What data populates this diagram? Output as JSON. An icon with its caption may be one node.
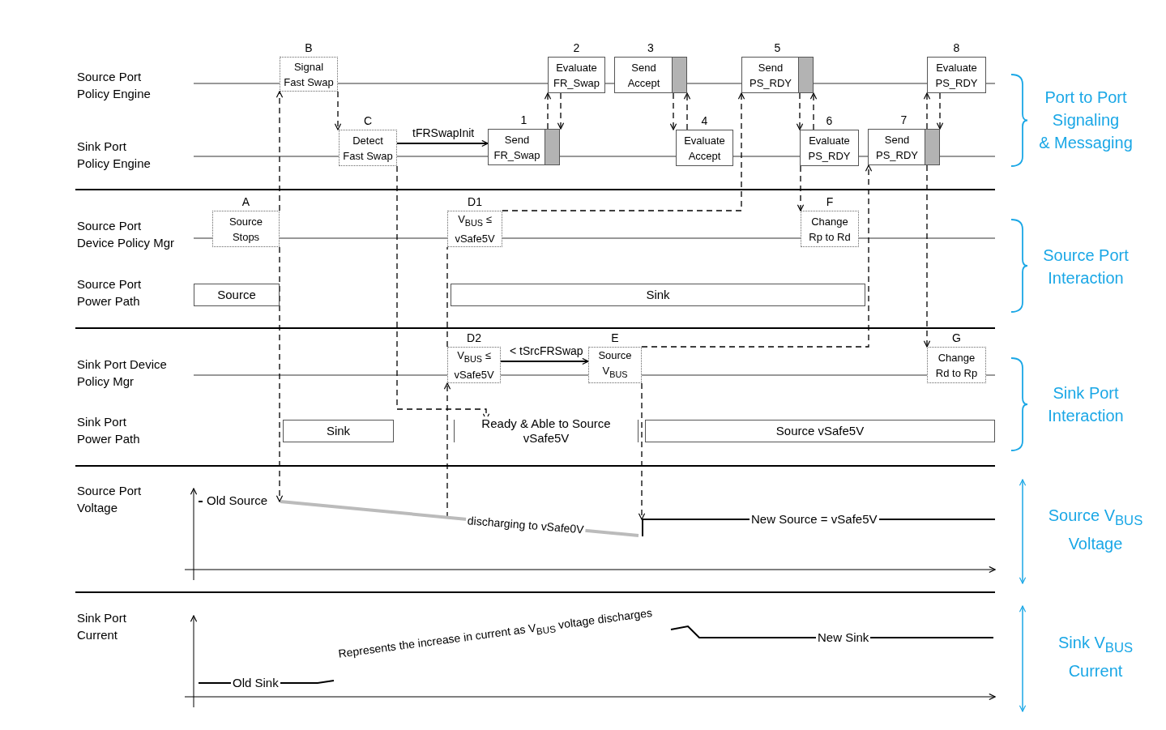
{
  "diagram": {
    "nodes": [
      {
        "text": [
          "B",
          "Signal Fast Swap"
        ]
      },
      {
        "text": [
          "2",
          "Evaluate FR_Swap"
        ]
      },
      {
        "text": [
          "3",
          "Send Accept"
        ]
      },
      {
        "text": [
          "5",
          "Send PS_RDY"
        ]
      },
      {
        "text": [
          "8",
          "Evaluate PS_RDY"
        ]
      },
      {
        "text": [
          "C",
          "Detect Fast Swap"
        ]
      },
      {
        "text": [
          "1",
          "Send FR_Swap"
        ]
      },
      {
        "text": [
          "4",
          "Evaluate Accept"
        ]
      },
      {
        "text": [
          "6",
          "Evaluate PS_RDY"
        ]
      },
      {
        "text": [
          "7",
          "Send PS_RDY"
        ]
      },
      {
        "text": [
          "A",
          "Source Stops"
        ]
      },
      {
        "text": [
          "D1",
          "V$_{BUS}$ ≤ vSafe5V"
        ]
      },
      {
        "text": [
          "F",
          "Change Rp to Rd"
        ]
      },
      {
        "text": [
          "Source"
        ]
      },
      {
        "text": [
          "Sink"
        ]
      },
      {
        "text": [
          "D2",
          "V$_{BUS}$ ≤ vSafe5V"
        ]
      },
      {
        "text": [
          "E",
          "Source V$_{BUS}$"
        ]
      },
      {
        "text": [
          "G",
          "Change Rd to Rp"
        ]
      },
      {
        "text": [
          "Sink"
        ]
      },
      {
        "text": [
          "Ready & Able to Source vSafe5V"
        ]
      },
      {
        "text": [
          "Source vSafe5V"
        ]
      },
      {
        "text": [],
        "shape": "line"
      },
      {
        "text": [],
        "shape": "line"
      }
    ],
    "edges": [
      {
        "from": 10,
        "to": 0,
        "arrow": "to",
        "style": "dashed"
      },
      {
        "from": 10,
        "to": 21,
        "arrow": "to",
        "style": "dashed"
      },
      {
        "from": 0,
        "to": 5,
        "arrow": "to",
        "style": "dashed"
      },
      {
        "from": 5,
        "to": 6,
        "arrow": "to",
        "label": "tFRSwapInit"
      },
      {
        "from": 5,
        "to": 19,
        "arrow": "to",
        "style": "dashed"
      },
      {
        "from": 6,
        "to": 1,
        "arrow": "to",
        "style": "dashed"
      },
      {
        "from": 1,
        "to": 6,
        "arrow": "to",
        "style": "dashed"
      },
      {
        "from": 2,
        "to": 7,
        "arrow": "to",
        "style": "dashed"
      },
      {
        "from": 7,
        "to": 2,
        "arrow": "to",
        "style": "dashed"
      },
      {
        "from": 11,
        "to": 3,
        "arrow": "to",
        "style": "dashed"
      },
      {
        "from": 3,
        "to": 8,
        "arrow": "to",
        "style": "dashed"
      },
      {
        "from": 8,
        "to": 3,
        "arrow": "to",
        "style": "dashed"
      },
      {
        "from": 8,
        "to": 12,
        "arrow": "to",
        "style": "dashed"
      },
      {
        "from": 9,
        "to": 4,
        "arrow": "to",
        "style": "dashed"
      },
      {
        "from": 4,
        "to": 9,
        "arrow": "to",
        "style": "dashed"
      },
      {
        "from": 9,
        "to": 17,
        "arrow": "to",
        "style": "dashed"
      },
      {
        "from": 16,
        "to": 9,
        "arrow": "to",
        "style": "dashed"
      },
      {
        "from": 15,
        "to": 16,
        "arrow": "to",
        "label": "< tSrcFRSwap"
      },
      {
        "from": 21,
        "to": 15,
        "arrow": "to",
        "style": "dashed"
      },
      {
        "from": 15,
        "to": 11,
        "arrow": "none",
        "style": "dashed"
      },
      {
        "from": 16,
        "to": 22,
        "arrow": "to",
        "style": "dashed"
      }
    ],
    "labels": [
      "Source Port Policy Engine",
      "Sink Port Policy Engine",
      "Source Port Device Policy Mgr",
      "Source Port Power Path",
      "Sink Port Device Policy Mgr",
      "Sink Port Power Path",
      "Source Port Voltage",
      "Sink Port Current",
      "Old Source",
      "discharging to vSafe0V",
      "New Source = vSafe5V",
      "Old Sink",
      "Represents the increase in current as V$_{BUS}$ voltage discharges",
      "New Sink",
      "Port to Port Signaling & Messaging",
      "Source Port Interaction",
      "Sink Port Interaction",
      "Source V$_{BUS}$ Voltage",
      "Sink V$_{BUS}$ Current"
    ]
  }
}
